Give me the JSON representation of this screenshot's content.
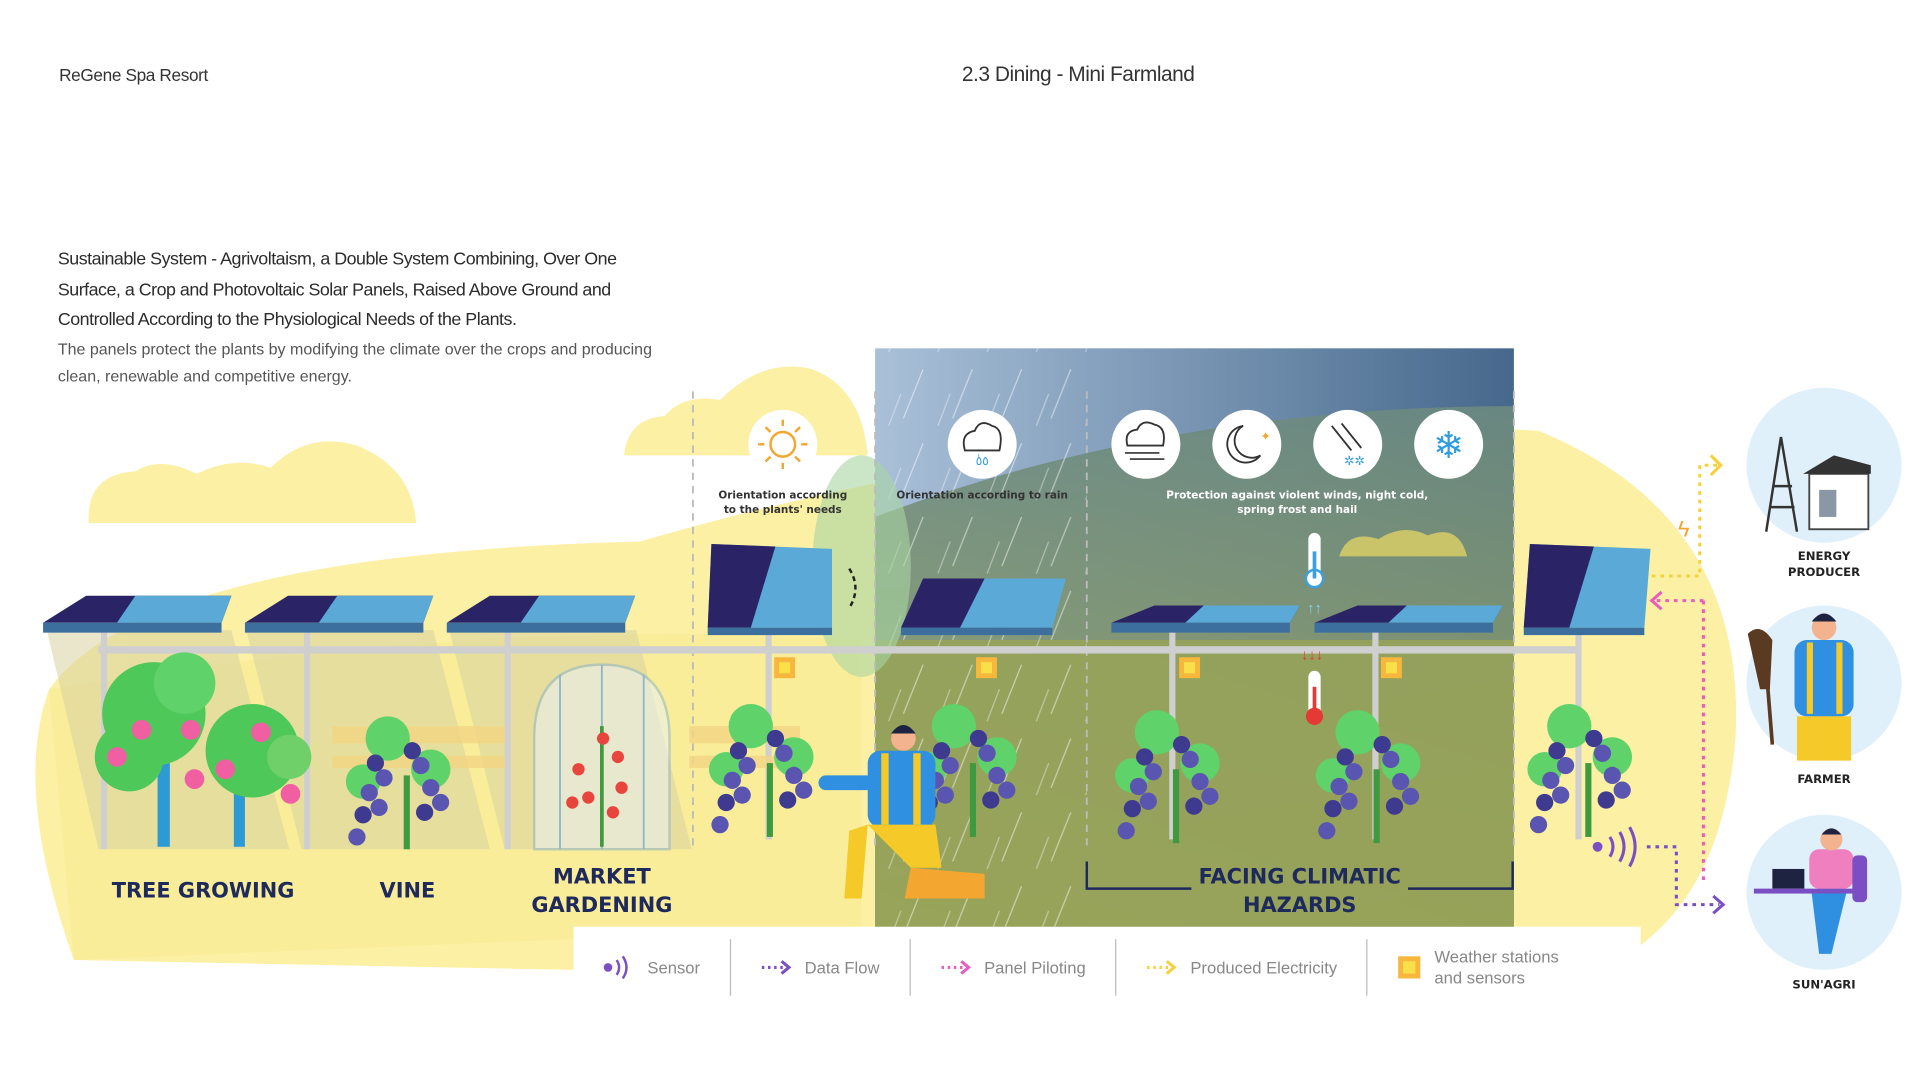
{
  "header": {
    "brand": "ReGene Spa Resort",
    "title": "2.3 Dining - Mini Farmland"
  },
  "intro": {
    "lead": "Sustainable System - Agrivoltaism, a Double System Combining, Over One Surface, a Crop and Photovoltaic Solar Panels, Raised Above Ground and Controlled According to the Physiological Needs of the Plants.",
    "description": "The panels protect the plants by modifying the climate over the crops and producing clean, renewable and competitive energy."
  },
  "captions": {
    "sun_line1": "Orientation according",
    "sun_line2": "to the plants' needs",
    "rain": "Orientation according to rain",
    "hazards_line1": "Protection against violent winds, night cold,",
    "hazards_line2": "spring frost and hail"
  },
  "zones": {
    "tree": "TREE GROWING",
    "vine": "VINE",
    "market_line1": "MARKET",
    "market_line2": "GARDENING",
    "hazards_line1": "FACING CLIMATIC",
    "hazards_line2": "HAZARDS"
  },
  "roles": {
    "energy_line1": "ENERGY",
    "energy_line2": "PRODUCER",
    "farmer": "FARMER",
    "sunagri": "SUN'AGRI"
  },
  "legend": [
    {
      "icon": "sensor-icon",
      "label": "Sensor"
    },
    {
      "icon": "data-flow-arrow-icon",
      "label": "Data Flow"
    },
    {
      "icon": "panel-piloting-arrow-icon",
      "label": "Panel Piloting"
    },
    {
      "icon": "produced-electricity-arrow-icon",
      "label": "Produced Electricity"
    },
    {
      "icon": "weather-station-icon",
      "label_line1": "Weather stations",
      "label_line2": "and sensors"
    }
  ],
  "colors": {
    "data_flow": "#7b4fc4",
    "panel_piloting": "#e85ec0",
    "electricity": "#f5d23a",
    "station": "#f6b73c",
    "zone_text": "#1e2a5c",
    "ground": "#fbf0a4"
  }
}
